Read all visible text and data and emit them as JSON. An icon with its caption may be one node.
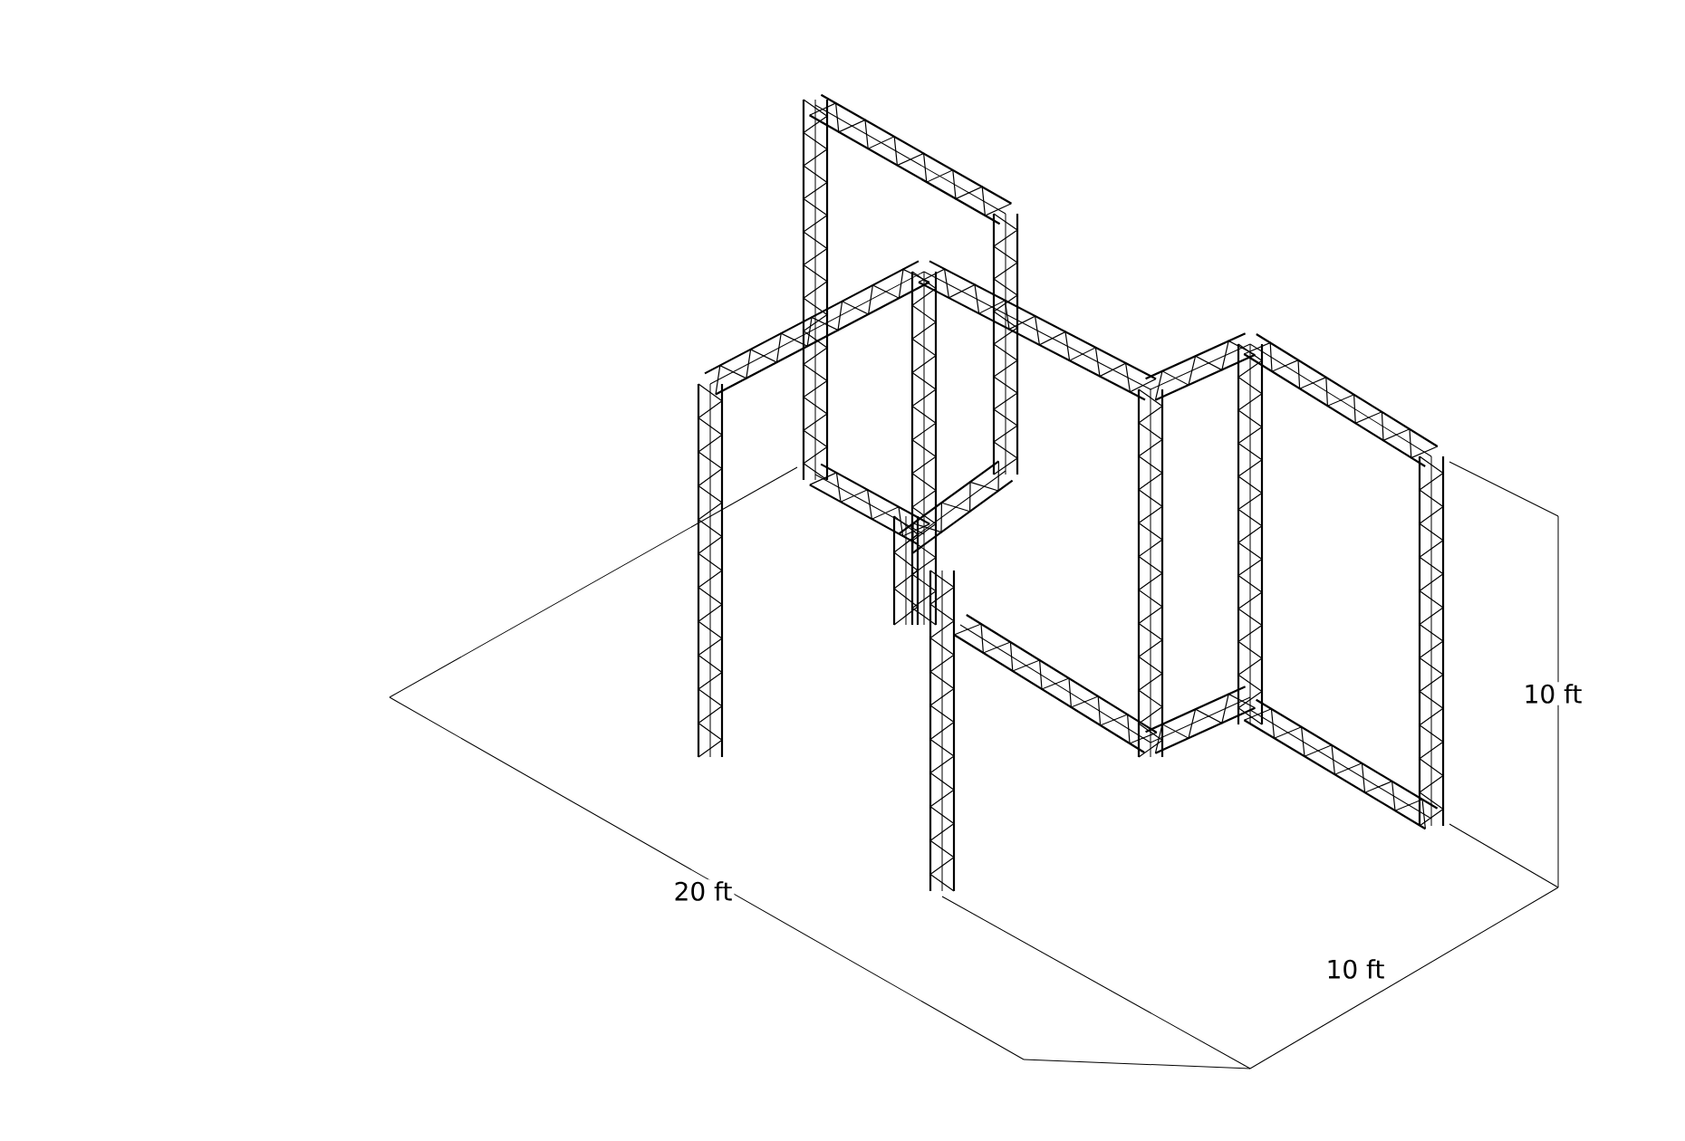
{
  "diagram": {
    "labels": [
      "10 ft",
      "20 ft",
      "10 ft"
    ]
  }
}
